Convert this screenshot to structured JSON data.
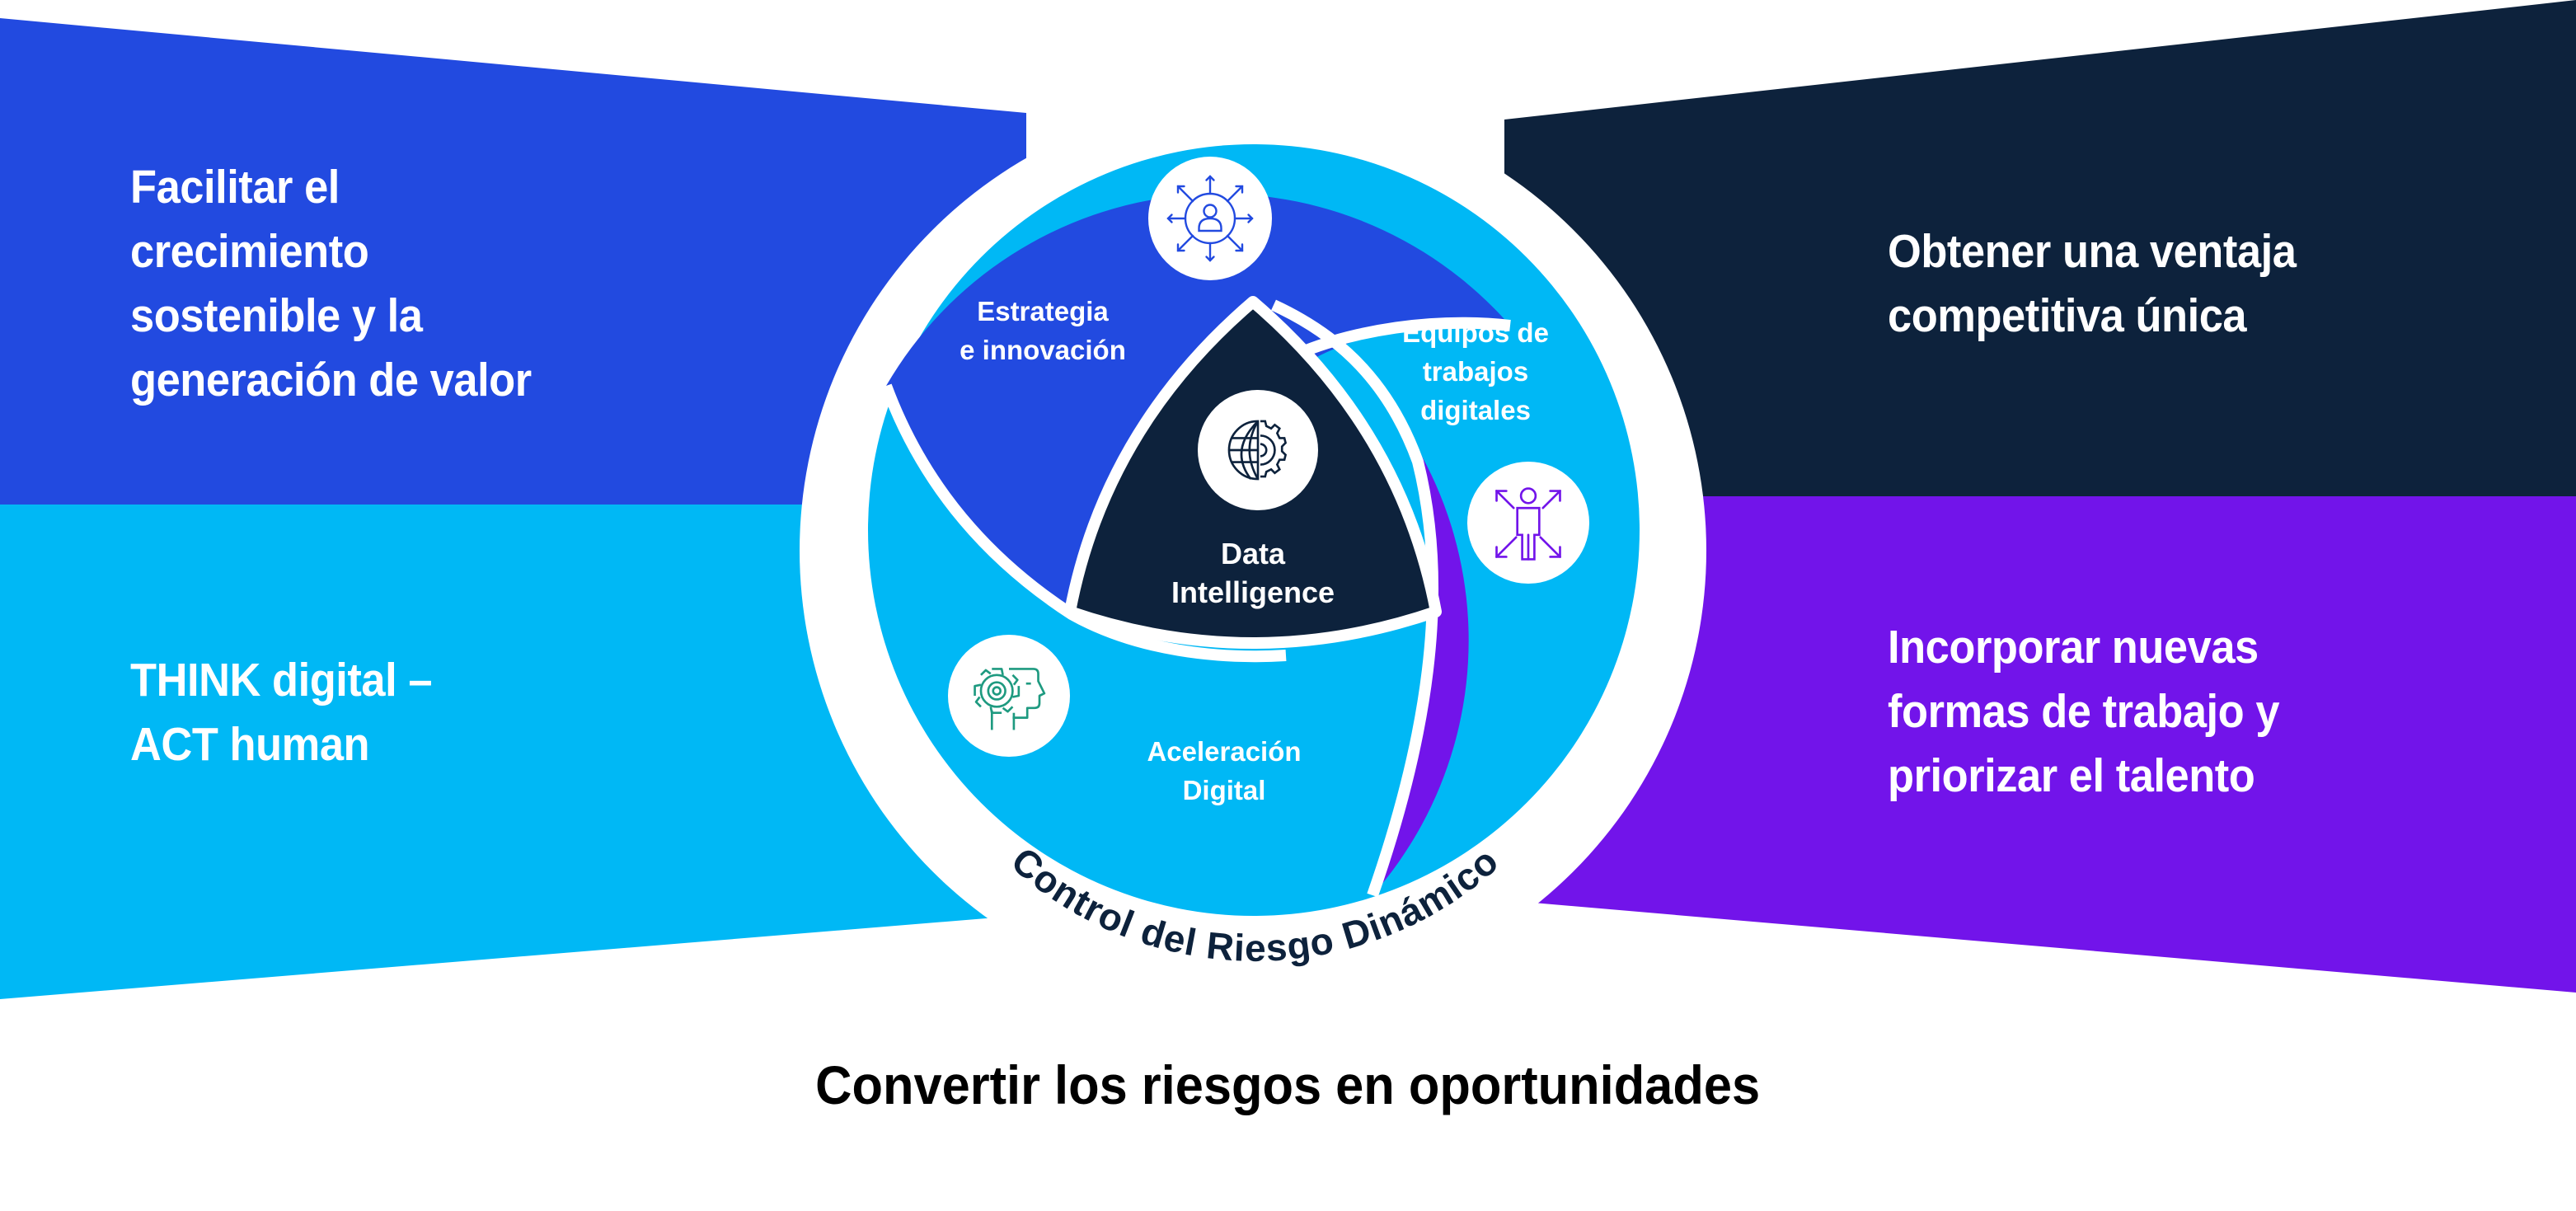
{
  "colors": {
    "blue": "#224AE0",
    "cyan": "#00B8F5",
    "navy": "#0D223C",
    "purple": "#7214EA",
    "white": "#FFFFFF",
    "teal_icon": "#1E9A80",
    "title_text": "#000000"
  },
  "panels": {
    "top_left": {
      "text": "Facilitar el crecimiento sostenible y la generación de valor",
      "lines": [
        "Facilitar el",
        "crecimiento",
        "sostenible y la",
        "generación de valor"
      ]
    },
    "bottom_left": {
      "text": "THINK digital – ACT human",
      "lines": [
        "THINK digital –",
        "ACT human"
      ]
    },
    "top_right": {
      "text": "Obtener una ventaja competitiva única",
      "lines": [
        "Obtener una ventaja",
        "competitiva única"
      ]
    },
    "bottom_right": {
      "text": "Incorporar nuevas formas de trabajo y priorizar el talento",
      "lines": [
        "Incorporar nuevas",
        "formas de trabajo y",
        "priorizar el talento"
      ]
    }
  },
  "wheel": {
    "ring_label": "Control del Riesgo Dinámico",
    "segments": [
      {
        "id": "estrategia",
        "lines": [
          "Estrategia",
          "e innovación"
        ],
        "icon": "person-network-arrows-icon"
      },
      {
        "id": "equipos",
        "lines": [
          "Equipos de",
          "trabajos",
          "digitales"
        ],
        "icon": "person-expand-arrows-icon"
      },
      {
        "id": "aceleracion",
        "lines": [
          "Aceleración",
          "Digital"
        ],
        "icon": "gear-head-icon"
      },
      {
        "id": "data",
        "lines": [
          "Data",
          "Intelligence"
        ],
        "icon": "globe-gear-icon"
      }
    ]
  },
  "footer": {
    "title": "Convertir los riesgos en oportunidades"
  }
}
